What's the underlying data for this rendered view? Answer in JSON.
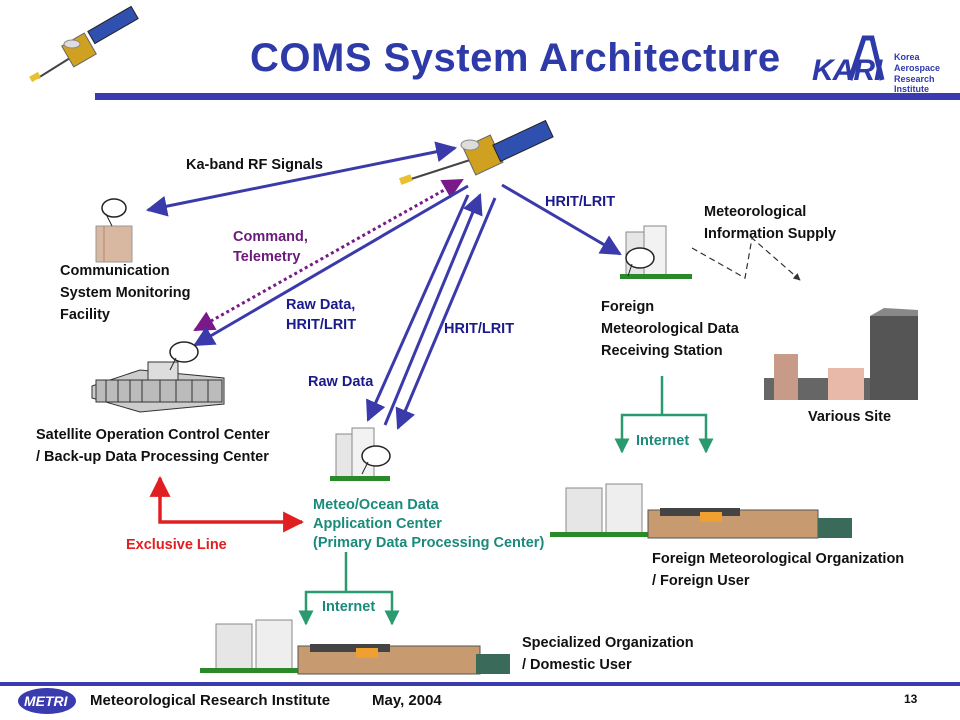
{
  "title": "COMS System Architecture",
  "logo_kari": {
    "acronym": "KARI",
    "line1": "Korea",
    "line2": "Aerospace",
    "line3": "Research Institute"
  },
  "labels": {
    "ka_band": "Ka-band RF Signals",
    "command_line1": "Command,",
    "command_line2": "Telemetry",
    "hrit_top": "HRIT/LRIT",
    "met_info_line1": "Meteorological",
    "met_info_line2": "Information Supply",
    "comm_line1": "Communication",
    "comm_line2": "System Monitoring",
    "comm_line3": "Facility",
    "raw_hrit_line1": "Raw Data,",
    "raw_hrit_line2": "HRIT/LRIT",
    "hrit_mid": "HRIT/LRIT",
    "foreign_station_line1": "Foreign",
    "foreign_station_line2": "Meteorological Data",
    "foreign_station_line3": "Receiving Station",
    "raw_data": "Raw Data",
    "various_site": "Various Site",
    "socc_line1": "Satellite Operation Control Center",
    "socc_line2": "/ Back-up Data Processing Center",
    "internet_right": "Internet",
    "meteo_line1": "Meteo/Ocean Data",
    "meteo_line2": "Application Center",
    "meteo_line3": "(Primary Data Processing Center)",
    "exclusive_line": "Exclusive Line",
    "foreign_org_line1": "Foreign Meteorological Organization",
    "foreign_org_line2": "/ Foreign User",
    "internet_bottom": "Internet",
    "specialized_line1": "Specialized Organization",
    "specialized_line2": "/ Domestic User"
  },
  "footer": {
    "logo": "METRI",
    "institute": "Meteorological Research Institute",
    "date": "May, 2004",
    "page": "13"
  },
  "colors": {
    "title": "#2e3aa8",
    "link_blue": "#3a3aaa",
    "command_purple": "#7a1a8a",
    "internet_green": "#2a9a70",
    "exclusive_red": "#e02020"
  }
}
